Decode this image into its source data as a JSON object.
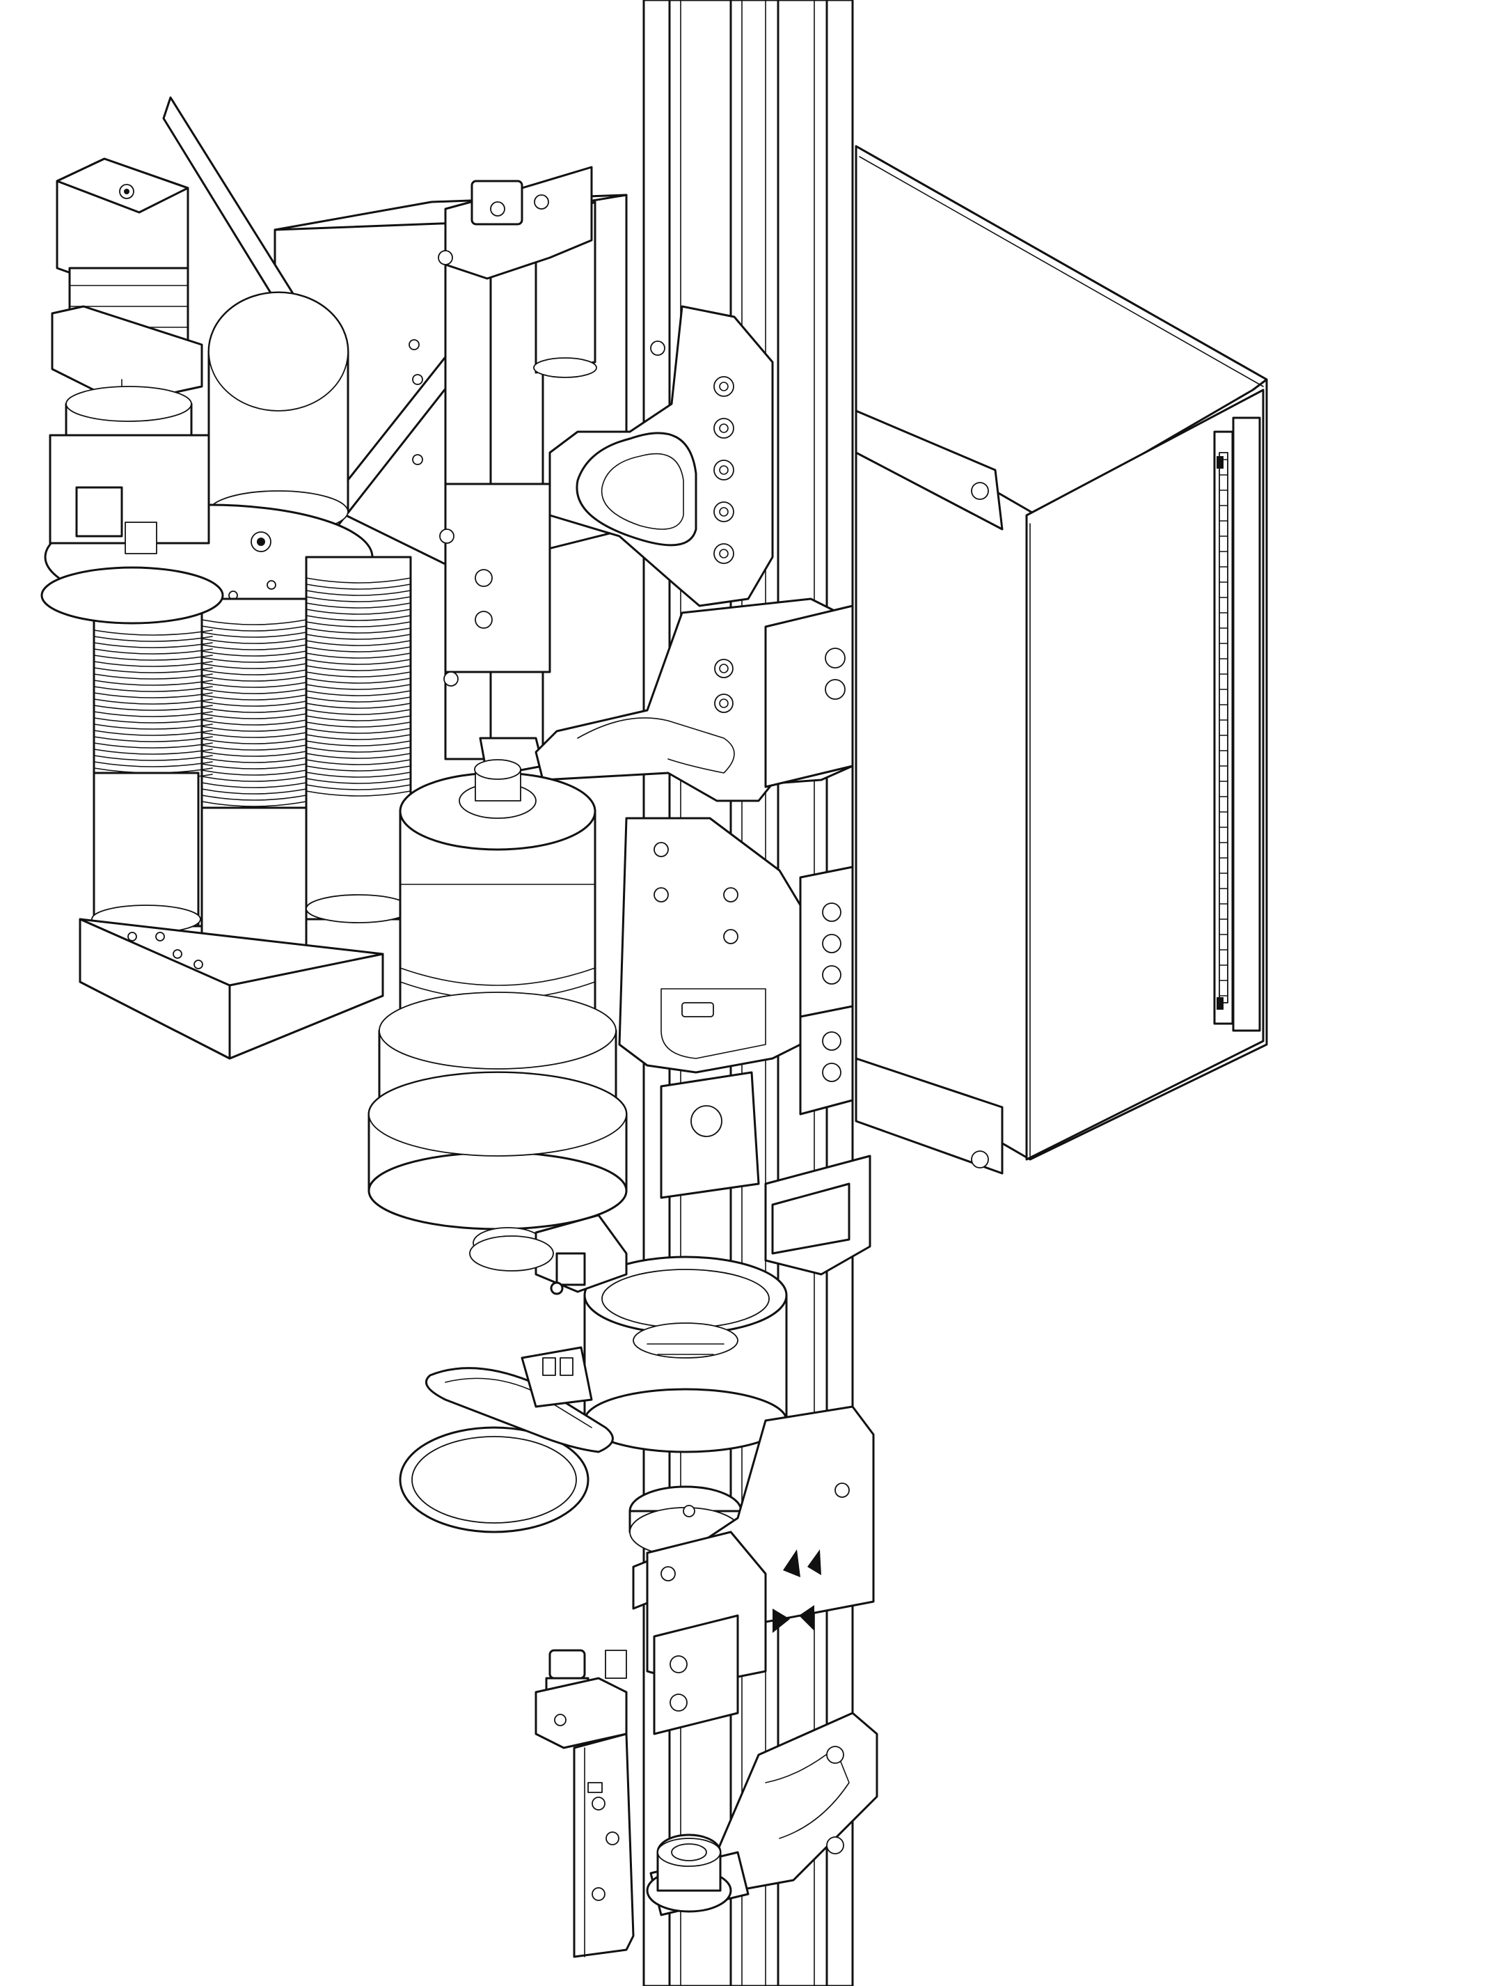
{
  "figure": {
    "kind": "technical line drawing",
    "style": "black line art on white",
    "colors": {
      "line": "#111111",
      "background": "#ffffff"
    },
    "components": [
      "vertical-extrusion-rail",
      "electrical-enclosure",
      "stepper-motor",
      "cup-dispenser-carousel",
      "cup-stacks",
      "linear-actuator",
      "motor-mount-bracket",
      "cylindrical-motor-housing",
      "upper-mount-bracket",
      "lower-mount-bracket",
      "cup-holder-ring",
      "loose-ring",
      "pivot-plate",
      "carriage-bracket",
      "solenoid-valve",
      "valve-block",
      "bottom-roller-arm"
    ]
  }
}
